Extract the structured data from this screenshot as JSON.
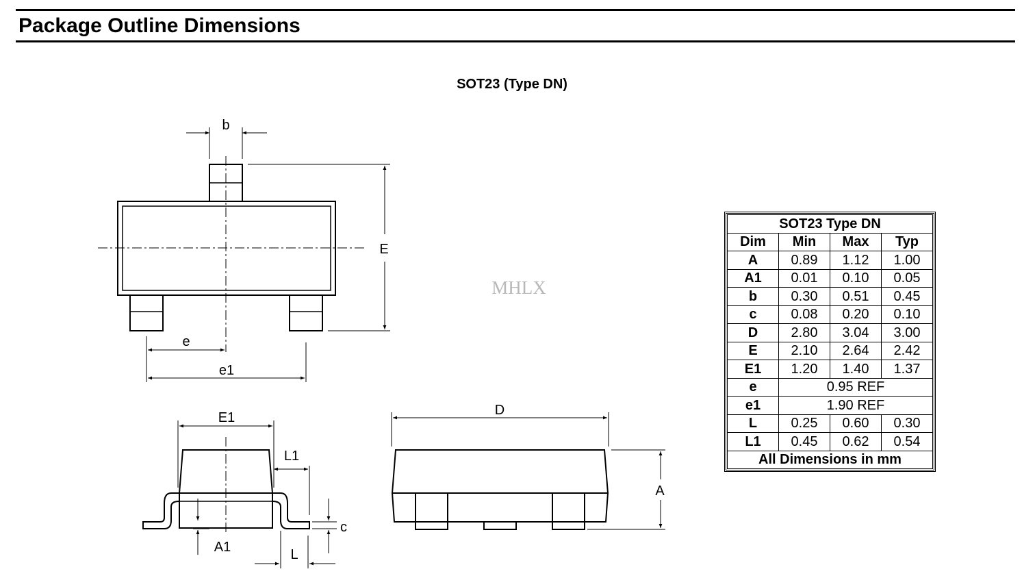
{
  "page": {
    "title": "Package Outline Dimensions"
  },
  "package": {
    "title": "SOT23 (Type DN)",
    "watermark": "MHLX"
  },
  "labels": {
    "b": "b",
    "E": "E",
    "e": "e",
    "e1": "e1",
    "E1": "E1",
    "L1": "L1",
    "c": "c",
    "A1": "A1",
    "L": "L",
    "D": "D",
    "A": "A"
  },
  "table": {
    "title": "SOT23 Type DN",
    "headers": [
      "Dim",
      "Min",
      "Max",
      "Typ"
    ],
    "rows": [
      {
        "dim": "A",
        "min": "0.89",
        "max": "1.12",
        "typ": "1.00"
      },
      {
        "dim": "A1",
        "min": "0.01",
        "max": "0.10",
        "typ": "0.05"
      },
      {
        "dim": "b",
        "min": "0.30",
        "max": "0.51",
        "typ": "0.45"
      },
      {
        "dim": "c",
        "min": "0.08",
        "max": "0.20",
        "typ": "0.10"
      },
      {
        "dim": "D",
        "min": "2.80",
        "max": "3.04",
        "typ": "3.00"
      },
      {
        "dim": "E",
        "min": "2.10",
        "max": "2.64",
        "typ": "2.42"
      },
      {
        "dim": "E1",
        "min": "1.20",
        "max": "1.40",
        "typ": "1.37"
      },
      {
        "dim": "e",
        "ref": "0.95 REF"
      },
      {
        "dim": "e1",
        "ref": "1.90 REF"
      },
      {
        "dim": "L",
        "min": "0.25",
        "max": "0.60",
        "typ": "0.30"
      },
      {
        "dim": "L1",
        "min": "0.45",
        "max": "0.62",
        "typ": "0.54"
      }
    ],
    "footer": "All Dimensions in mm"
  }
}
